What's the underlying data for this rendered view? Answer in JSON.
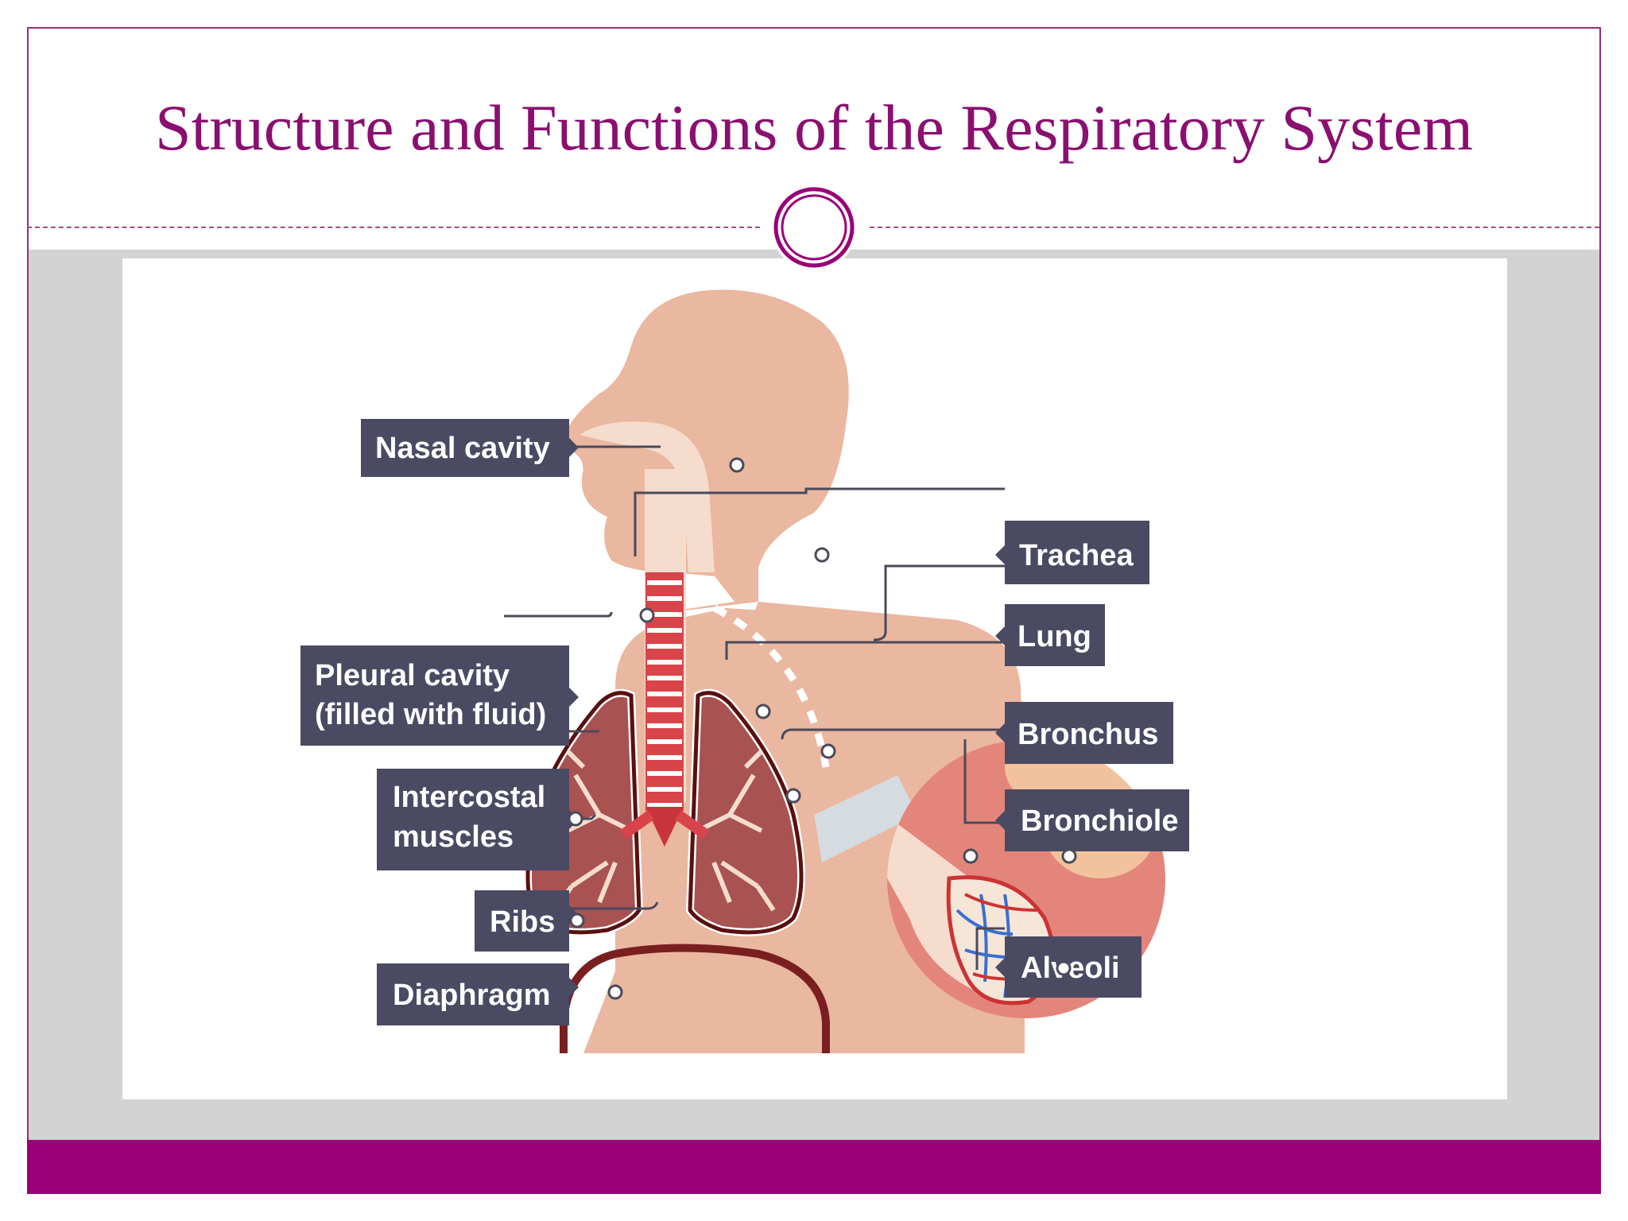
{
  "slide": {
    "title": "Structure and Functions of the Respiratory System"
  },
  "colors": {
    "accent": "#990077",
    "title": "#8a0f70",
    "label_bg": "#4a4a63",
    "skin": "#eab7a0",
    "lung": "#a85252",
    "dark_red": "#7a1f1f"
  },
  "diagram": {
    "labels": {
      "nasal_cavity": "Nasal cavity",
      "pleural_cavity_line1": "Pleural cavity",
      "pleural_cavity_line2": "(filled with fluid)",
      "intercostal_line1": "Intercostal",
      "intercostal_line2": "muscles",
      "ribs": "Ribs",
      "diaphragm": "Diaphragm",
      "trachea": "Trachea",
      "lung": "Lung",
      "bronchus": "Bronchus",
      "bronchiole": "Bronchiole",
      "alveoli": "Alveoli"
    }
  }
}
